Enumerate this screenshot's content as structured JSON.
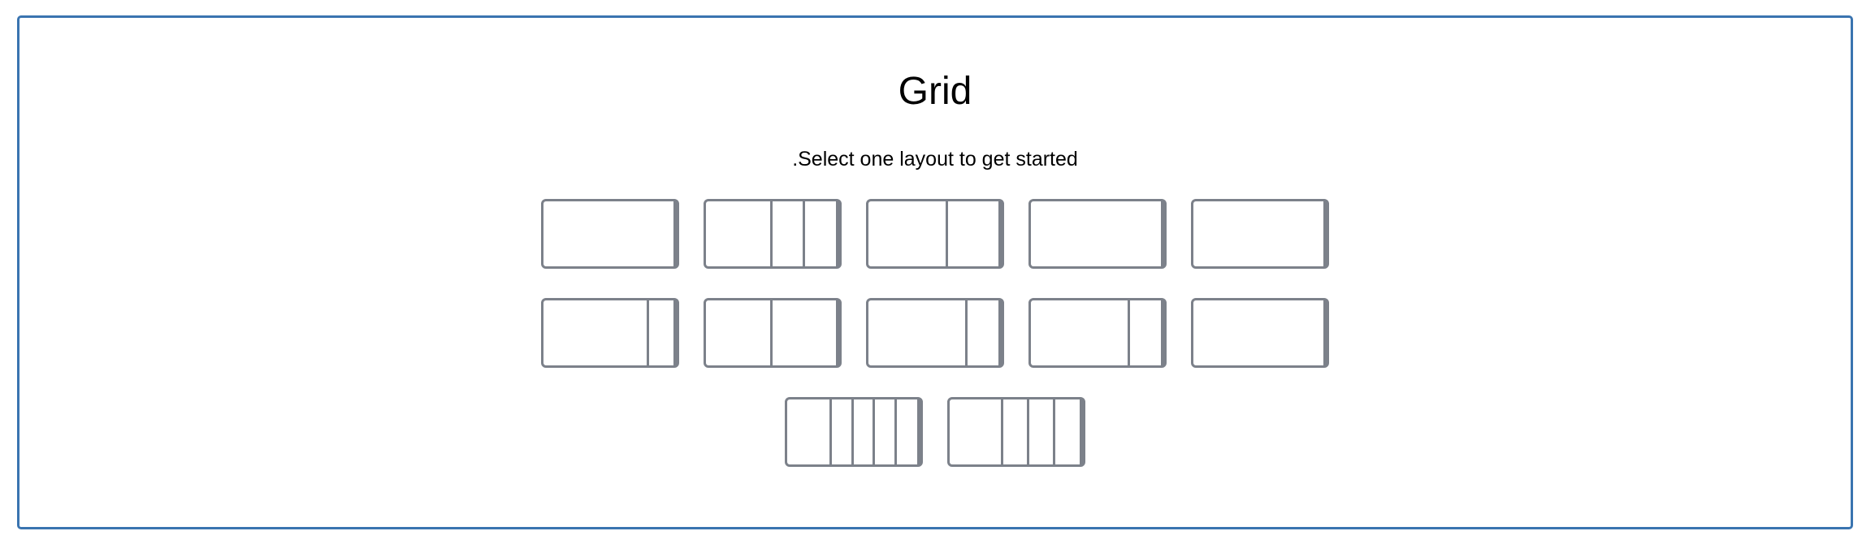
{
  "header": {
    "title": "Grid",
    "subtitle": ".Select one layout to get started"
  },
  "colors": {
    "panel_border": "#3a74b0",
    "option_border": "#7c818a"
  },
  "layout_rows": [
    [
      {
        "name": "layout-1-col",
        "columns": [
          1
        ]
      },
      {
        "name": "layout-2-1-1",
        "columns": [
          2,
          1,
          1
        ]
      },
      {
        "name": "layout-3-2",
        "columns": [
          3,
          2
        ]
      },
      {
        "name": "layout-1-col-b",
        "columns": [
          1
        ]
      },
      {
        "name": "layout-1-col-c",
        "columns": [
          1
        ]
      }
    ],
    [
      {
        "name": "layout-4-1",
        "columns": [
          4,
          1
        ]
      },
      {
        "name": "layout-1-1",
        "columns": [
          1,
          1
        ]
      },
      {
        "name": "layout-3-1",
        "columns": [
          3,
          1
        ]
      },
      {
        "name": "layout-3-1-b",
        "columns": [
          3,
          1
        ]
      },
      {
        "name": "layout-1-col-d",
        "columns": [
          1
        ]
      }
    ],
    [
      {
        "name": "layout-2-1-1-1-1",
        "columns": [
          2,
          1,
          1,
          1,
          1
        ]
      },
      {
        "name": "layout-2-1-1-1",
        "columns": [
          2,
          1,
          1,
          1
        ]
      }
    ]
  ]
}
